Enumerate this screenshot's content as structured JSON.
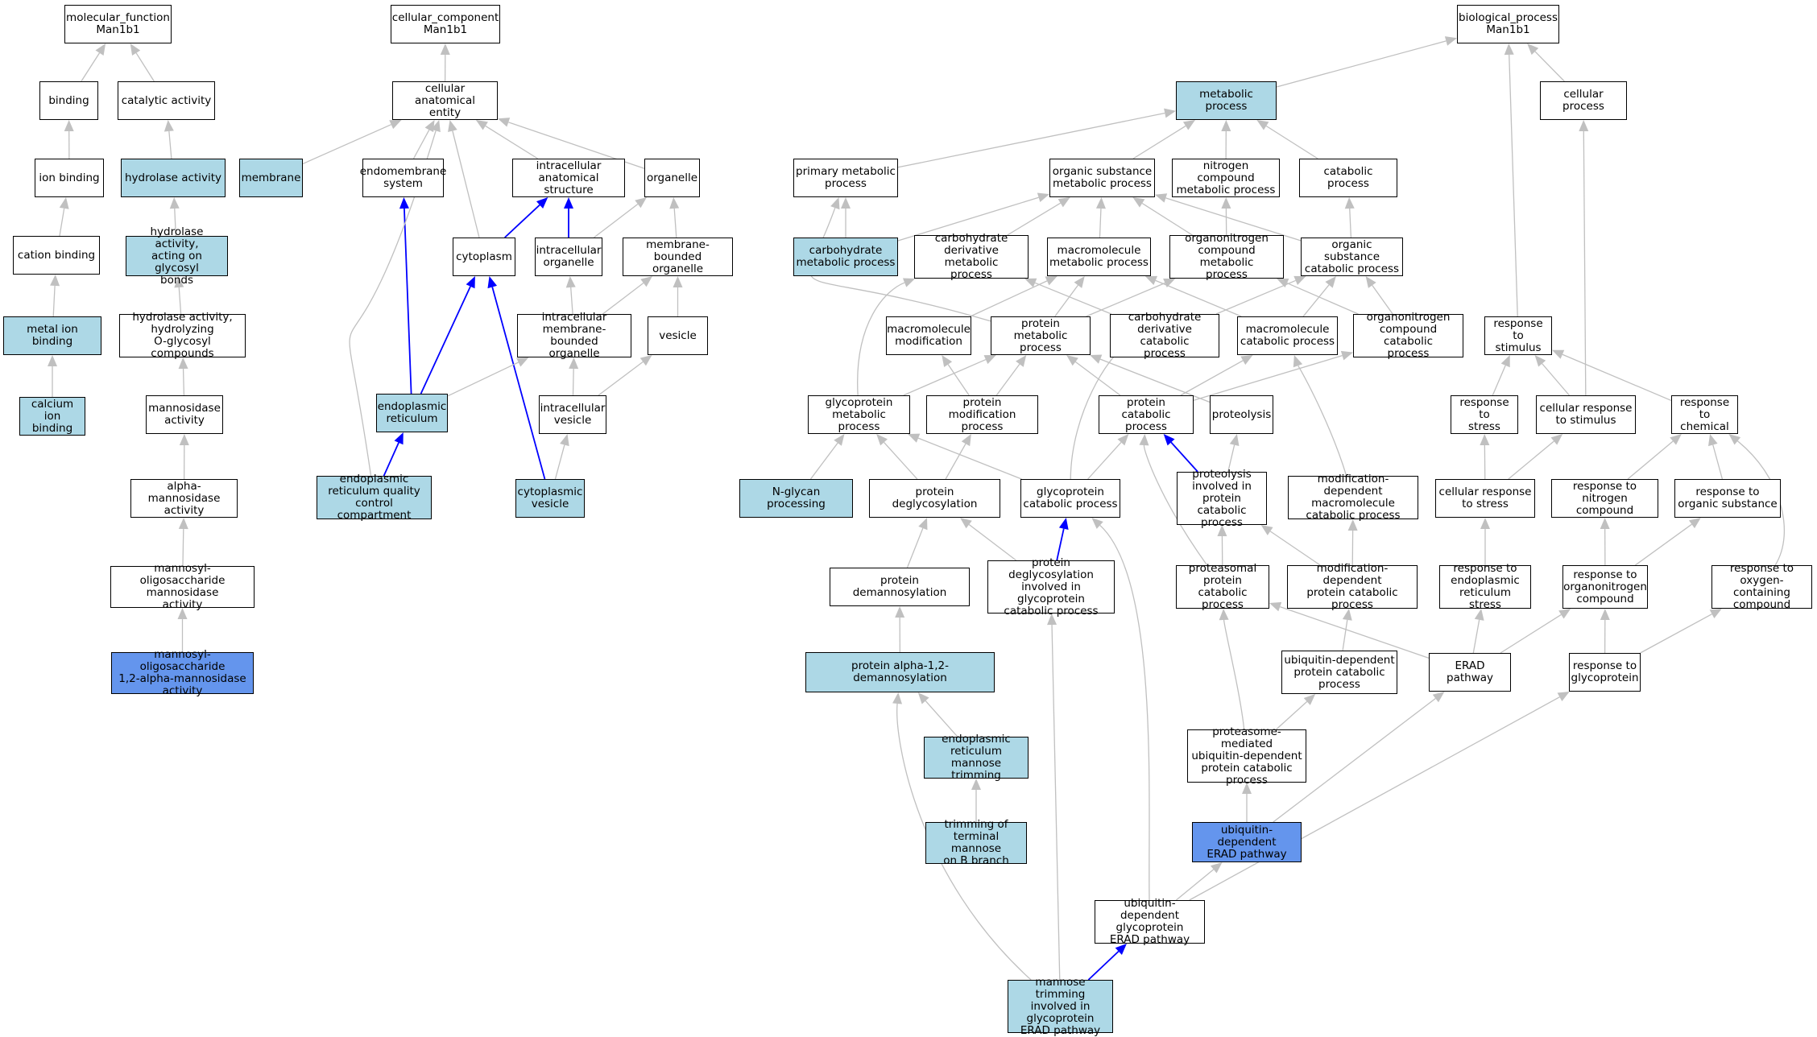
{
  "colors": {
    "node_default": "#ffffff",
    "node_light": "#add8e6",
    "node_dark": "#6495ed",
    "edge_grey": "#c0c0c0",
    "edge_blue": "#0000ff"
  },
  "nodes": {
    "mf_root": {
      "label": "molecular_function\nMan1b1",
      "fill": "white"
    },
    "binding": {
      "label": "binding",
      "fill": "white"
    },
    "catalytic": {
      "label": "catalytic activity",
      "fill": "white"
    },
    "ion_binding": {
      "label": "ion binding",
      "fill": "white"
    },
    "hydrolase": {
      "label": "hydrolase activity",
      "fill": "light"
    },
    "cation_binding": {
      "label": "cation binding",
      "fill": "white"
    },
    "hydrolase_glycosyl": {
      "label": "hydrolase activity,\nacting on glycosyl\nbonds",
      "fill": "light"
    },
    "metal_ion": {
      "label": "metal ion binding",
      "fill": "light"
    },
    "hydrolyzing_o": {
      "label": "hydrolase activity,\nhydrolyzing\nO-glycosyl compounds",
      "fill": "white"
    },
    "calcium_ion": {
      "label": "calcium ion\nbinding",
      "fill": "light"
    },
    "mannosidase": {
      "label": "mannosidase\nactivity",
      "fill": "white"
    },
    "alpha_mannosidase": {
      "label": "alpha-mannosidase\nactivity",
      "fill": "white"
    },
    "mannosyl_oligo": {
      "label": "mannosyl-oligosaccharide\nmannosidase\nactivity",
      "fill": "white"
    },
    "mannosyl_12": {
      "label": "mannosyl-oligosaccharide\n1,2-alpha-mannosidase\nactivity",
      "fill": "dark"
    },
    "cc_root": {
      "label": "cellular_component\nMan1b1",
      "fill": "white"
    },
    "cae": {
      "label": "cellular anatomical\nentity",
      "fill": "white"
    },
    "membrane": {
      "label": "membrane",
      "fill": "light"
    },
    "endomembrane": {
      "label": "endomembrane\nsystem",
      "fill": "white"
    },
    "ias": {
      "label": "intracellular\nanatomical structure",
      "fill": "white"
    },
    "organelle": {
      "label": "organelle",
      "fill": "white"
    },
    "cytoplasm": {
      "label": "cytoplasm",
      "fill": "white"
    },
    "intra_organelle": {
      "label": "intracellular\norganelle",
      "fill": "white"
    },
    "mb_organelle": {
      "label": "membrane-bounded\norganelle",
      "fill": "white"
    },
    "intra_mb_organelle": {
      "label": "intracellular\nmembrane-bounded\norganelle",
      "fill": "white"
    },
    "vesicle": {
      "label": "vesicle",
      "fill": "white"
    },
    "er": {
      "label": "endoplasmic\nreticulum",
      "fill": "light"
    },
    "intra_vesicle": {
      "label": "intracellular\nvesicle",
      "fill": "white"
    },
    "erqc": {
      "label": "endoplasmic\nreticulum quality\ncontrol compartment",
      "fill": "light"
    },
    "cyto_vesicle": {
      "label": "cytoplasmic\nvesicle",
      "fill": "light"
    },
    "bp_root": {
      "label": "biological_process\nMan1b1",
      "fill": "white"
    },
    "metabolic": {
      "label": "metabolic process",
      "fill": "light"
    },
    "cellular_process": {
      "label": "cellular process",
      "fill": "white"
    },
    "primary_met": {
      "label": "primary metabolic\nprocess",
      "fill": "white"
    },
    "organic_met": {
      "label": "organic substance\nmetabolic process",
      "fill": "white"
    },
    "nitrogen_met": {
      "label": "nitrogen compound\nmetabolic process",
      "fill": "white"
    },
    "catabolic": {
      "label": "catabolic process",
      "fill": "white"
    },
    "carb_met": {
      "label": "carbohydrate\nmetabolic process",
      "fill": "light"
    },
    "carb_deriv_met": {
      "label": "carbohydrate\nderivative metabolic\nprocess",
      "fill": "white"
    },
    "macro_met": {
      "label": "macromolecule\nmetabolic process",
      "fill": "white"
    },
    "orgN_met": {
      "label": "organonitrogen\ncompound metabolic\nprocess",
      "fill": "white"
    },
    "organic_cat": {
      "label": "organic substance\ncatabolic process",
      "fill": "white"
    },
    "macro_mod": {
      "label": "macromolecule\nmodification",
      "fill": "white"
    },
    "protein_met": {
      "label": "protein metabolic\nprocess",
      "fill": "white"
    },
    "carb_deriv_cat": {
      "label": "carbohydrate\nderivative catabolic\nprocess",
      "fill": "white"
    },
    "macro_cat": {
      "label": "macromolecule\ncatabolic process",
      "fill": "white"
    },
    "orgN_cat": {
      "label": "organonitrogen\ncompound catabolic\nprocess",
      "fill": "white"
    },
    "response_stimulus": {
      "label": "response to\nstimulus",
      "fill": "white"
    },
    "glyco_met": {
      "label": "glycoprotein\nmetabolic process",
      "fill": "white"
    },
    "protein_mod": {
      "label": "protein modification\nprocess",
      "fill": "white"
    },
    "protein_cat": {
      "label": "protein catabolic\nprocess",
      "fill": "white"
    },
    "proteolysis": {
      "label": "proteolysis",
      "fill": "white"
    },
    "response_stress": {
      "label": "response to\nstress",
      "fill": "white"
    },
    "cell_resp_stim": {
      "label": "cellular response\nto stimulus",
      "fill": "white"
    },
    "resp_chemical": {
      "label": "response to\nchemical",
      "fill": "white"
    },
    "nglycan": {
      "label": "N-glycan processing",
      "fill": "light"
    },
    "prot_deglyco": {
      "label": "protein deglycosylation",
      "fill": "white"
    },
    "glyco_cat": {
      "label": "glycoprotein\ncatabolic process",
      "fill": "white"
    },
    "proteolysis_pc": {
      "label": "proteolysis\ninvolved in\nprotein catabolic\nprocess",
      "fill": "white"
    },
    "mod_dep_macro_cat": {
      "label": "modification-dependent\nmacromolecule\ncatabolic process",
      "fill": "white"
    },
    "cell_resp_stress": {
      "label": "cellular response\nto stress",
      "fill": "white"
    },
    "resp_nitrogen": {
      "label": "response to\nnitrogen compound",
      "fill": "white"
    },
    "resp_organic": {
      "label": "response to\norganic substance",
      "fill": "white"
    },
    "prot_demannos": {
      "label": "protein demannosylation",
      "fill": "white"
    },
    "prot_deglyco_gcp": {
      "label": "protein deglycosylation\ninvolved in\nglycoprotein\ncatabolic process",
      "fill": "white"
    },
    "proteasomal_pc": {
      "label": "proteasomal\nprotein catabolic\nprocess",
      "fill": "white"
    },
    "mod_dep_pc": {
      "label": "modification-dependent\nprotein catabolic\nprocess",
      "fill": "white"
    },
    "resp_er_stress": {
      "label": "response to\nendoplasmic\nreticulum stress",
      "fill": "white"
    },
    "resp_orgN": {
      "label": "response to\norganonitrogen\ncompound",
      "fill": "white"
    },
    "resp_oxygen": {
      "label": "response to\noxygen-containing\ncompound",
      "fill": "white"
    },
    "prot_alpha12": {
      "label": "protein alpha-1,2-demannosylation",
      "fill": "light"
    },
    "ubi_dep_pc": {
      "label": "ubiquitin-dependent\nprotein catabolic\nprocess",
      "fill": "white"
    },
    "erad": {
      "label": "ERAD pathway",
      "fill": "white"
    },
    "resp_glycoprotein": {
      "label": "response to\nglycoprotein",
      "fill": "white"
    },
    "er_mannose_trim": {
      "label": "endoplasmic\nreticulum mannose\ntrimming",
      "fill": "light"
    },
    "proteasome_mediated": {
      "label": "proteasome-mediated\nubiquitin-dependent\nprotein catabolic\nprocess",
      "fill": "white"
    },
    "trim_terminal": {
      "label": "trimming of\nterminal mannose\non B branch",
      "fill": "light"
    },
    "ubi_erad": {
      "label": "ubiquitin-dependent\nERAD pathway",
      "fill": "dark"
    },
    "ubi_glyco_erad": {
      "label": "ubiquitin-dependent\nglycoprotein\nERAD pathway",
      "fill": "white"
    },
    "mannose_trim_erad": {
      "label": "mannose trimming\ninvolved in\nglycoprotein\nERAD pathway",
      "fill": "light"
    }
  },
  "edges": [
    {
      "from": "binding",
      "to": "mf_root",
      "color": "grey"
    },
    {
      "from": "catalytic",
      "to": "mf_root",
      "color": "grey"
    },
    {
      "from": "ion_binding",
      "to": "binding",
      "color": "grey"
    },
    {
      "from": "hydrolase",
      "to": "catalytic",
      "color": "grey"
    },
    {
      "from": "cation_binding",
      "to": "ion_binding",
      "color": "grey"
    },
    {
      "from": "hydrolase_glycosyl",
      "to": "hydrolase",
      "color": "grey"
    },
    {
      "from": "metal_ion",
      "to": "cation_binding",
      "color": "grey"
    },
    {
      "from": "hydrolyzing_o",
      "to": "hydrolase_glycosyl",
      "color": "grey"
    },
    {
      "from": "calcium_ion",
      "to": "metal_ion",
      "color": "grey"
    },
    {
      "from": "mannosidase",
      "to": "hydrolyzing_o",
      "color": "grey"
    },
    {
      "from": "alpha_mannosidase",
      "to": "mannosidase",
      "color": "grey"
    },
    {
      "from": "mannosyl_oligo",
      "to": "alpha_mannosidase",
      "color": "grey"
    },
    {
      "from": "mannosyl_12",
      "to": "mannosyl_oligo",
      "color": "grey"
    },
    {
      "from": "cae",
      "to": "cc_root",
      "color": "grey"
    },
    {
      "from": "membrane",
      "to": "cae",
      "color": "grey"
    },
    {
      "from": "endomembrane",
      "to": "cae",
      "color": "grey"
    },
    {
      "from": "ias",
      "to": "cae",
      "color": "grey"
    },
    {
      "from": "organelle",
      "to": "cae",
      "color": "grey"
    },
    {
      "from": "cytoplasm",
      "to": "cae",
      "color": "grey"
    },
    {
      "from": "erqc",
      "to": "cae",
      "color": "grey",
      "curve": [
        415,
        280,
        420,
        560
      ]
    },
    {
      "from": "cytoplasm",
      "to": "ias",
      "color": "blue"
    },
    {
      "from": "intra_organelle",
      "to": "ias",
      "color": "blue"
    },
    {
      "from": "intra_organelle",
      "to": "organelle",
      "color": "grey"
    },
    {
      "from": "mb_organelle",
      "to": "organelle",
      "color": "grey"
    },
    {
      "from": "intra_mb_organelle",
      "to": "intra_organelle",
      "color": "grey"
    },
    {
      "from": "intra_mb_organelle",
      "to": "mb_organelle",
      "color": "grey"
    },
    {
      "from": "vesicle",
      "to": "mb_organelle",
      "color": "grey"
    },
    {
      "from": "er",
      "to": "endomembrane",
      "color": "blue"
    },
    {
      "from": "er",
      "to": "cytoplasm",
      "color": "blue"
    },
    {
      "from": "er",
      "to": "intra_mb_organelle",
      "color": "grey"
    },
    {
      "from": "intra_vesicle",
      "to": "intra_mb_organelle",
      "color": "grey"
    },
    {
      "from": "intra_vesicle",
      "to": "vesicle",
      "color": "grey"
    },
    {
      "from": "erqc",
      "to": "er",
      "color": "blue"
    },
    {
      "from": "cyto_vesicle",
      "to": "cytoplasm",
      "color": "blue"
    },
    {
      "from": "cyto_vesicle",
      "to": "intra_vesicle",
      "color": "grey"
    },
    {
      "from": "metabolic",
      "to": "bp_root",
      "color": "grey"
    },
    {
      "from": "cellular_process",
      "to": "bp_root",
      "color": "grey"
    },
    {
      "from": "response_stimulus",
      "to": "bp_root",
      "color": "grey"
    },
    {
      "from": "primary_met",
      "to": "metabolic",
      "color": "grey"
    },
    {
      "from": "organic_met",
      "to": "metabolic",
      "color": "grey"
    },
    {
      "from": "nitrogen_met",
      "to": "metabolic",
      "color": "grey"
    },
    {
      "from": "catabolic",
      "to": "metabolic",
      "color": "grey"
    },
    {
      "from": "carb_met",
      "to": "primary_met",
      "color": "grey"
    },
    {
      "from": "carb_met",
      "to": "organic_met",
      "color": "grey"
    },
    {
      "from": "carb_deriv_met",
      "to": "organic_met",
      "color": "grey"
    },
    {
      "from": "macro_met",
      "to": "organic_met",
      "color": "grey"
    },
    {
      "from": "orgN_met",
      "to": "organic_met",
      "color": "grey"
    },
    {
      "from": "orgN_met",
      "to": "nitrogen_met",
      "color": "grey"
    },
    {
      "from": "organic_cat",
      "to": "organic_met",
      "color": "grey"
    },
    {
      "from": "organic_cat",
      "to": "catabolic",
      "color": "grey"
    },
    {
      "from": "protein_met",
      "to": "primary_met",
      "color": "grey",
      "curve": [
        960,
        320,
        990,
        390
      ]
    },
    {
      "from": "macro_mod",
      "to": "macro_met",
      "color": "grey"
    },
    {
      "from": "protein_met",
      "to": "macro_met",
      "color": "grey"
    },
    {
      "from": "protein_met",
      "to": "orgN_met",
      "color": "grey"
    },
    {
      "from": "carb_deriv_cat",
      "to": "carb_deriv_met",
      "color": "grey"
    },
    {
      "from": "carb_deriv_cat",
      "to": "organic_cat",
      "color": "grey"
    },
    {
      "from": "macro_cat",
      "to": "macro_met",
      "color": "grey"
    },
    {
      "from": "macro_cat",
      "to": "organic_cat",
      "color": "grey"
    },
    {
      "from": "orgN_cat",
      "to": "orgN_met",
      "color": "grey"
    },
    {
      "from": "orgN_cat",
      "to": "organic_cat",
      "color": "grey"
    },
    {
      "from": "glyco_met",
      "to": "carb_deriv_met",
      "color": "grey",
      "curve": [
        1060,
        400,
        1100,
        360
      ]
    },
    {
      "from": "glyco_met",
      "to": "protein_met",
      "color": "grey"
    },
    {
      "from": "protein_mod",
      "to": "macro_mod",
      "color": "grey"
    },
    {
      "from": "protein_mod",
      "to": "protein_met",
      "color": "grey"
    },
    {
      "from": "protein_cat",
      "to": "protein_met",
      "color": "grey"
    },
    {
      "from": "protein_cat",
      "to": "macro_cat",
      "color": "grey"
    },
    {
      "from": "protein_cat",
      "to": "orgN_cat",
      "color": "grey"
    },
    {
      "from": "proteolysis",
      "to": "protein_met",
      "color": "grey"
    },
    {
      "from": "nglycan",
      "to": "glyco_met",
      "color": "grey"
    },
    {
      "from": "prot_deglyco",
      "to": "glyco_met",
      "color": "grey"
    },
    {
      "from": "prot_deglyco",
      "to": "protein_mod",
      "color": "grey"
    },
    {
      "from": "glyco_cat",
      "to": "glyco_met",
      "color": "grey"
    },
    {
      "from": "glyco_cat",
      "to": "protein_cat",
      "color": "grey"
    },
    {
      "from": "glyco_cat",
      "to": "carb_deriv_cat",
      "color": "grey",
      "curve": [
        1330,
        510,
        1380,
        440
      ]
    },
    {
      "from": "proteolysis_pc",
      "to": "protein_cat",
      "color": "blue"
    },
    {
      "from": "proteolysis_pc",
      "to": "proteolysis",
      "color": "grey"
    },
    {
      "from": "mod_dep_macro_cat",
      "to": "macro_cat",
      "color": "grey",
      "curve": [
        1650,
        520,
        1610,
        450
      ]
    },
    {
      "from": "prot_demannos",
      "to": "prot_deglyco",
      "color": "grey"
    },
    {
      "from": "prot_deglyco_gcp",
      "to": "prot_deglyco",
      "color": "grey"
    },
    {
      "from": "prot_deglyco_gcp",
      "to": "glyco_cat",
      "color": "blue"
    },
    {
      "from": "proteasomal_pc",
      "to": "protein_cat",
      "color": "grey",
      "curve": [
        1440,
        620,
        1420,
        560
      ]
    },
    {
      "from": "proteasomal_pc",
      "to": "proteolysis_pc",
      "color": "grey"
    },
    {
      "from": "mod_dep_pc",
      "to": "proteolysis_pc",
      "color": "grey"
    },
    {
      "from": "mod_dep_pc",
      "to": "mod_dep_macro_cat",
      "color": "grey"
    },
    {
      "from": "prot_alpha12",
      "to": "prot_demannos",
      "color": "grey"
    },
    {
      "from": "ubi_dep_pc",
      "to": "mod_dep_pc",
      "color": "grey"
    },
    {
      "from": "er_mannose_trim",
      "to": "prot_alpha12",
      "color": "grey"
    },
    {
      "from": "proteasome_mediated",
      "to": "proteasomal_pc",
      "color": "grey",
      "curve": [
        1540,
        860,
        1520,
        780
      ]
    },
    {
      "from": "proteasome_mediated",
      "to": "ubi_dep_pc",
      "color": "grey"
    },
    {
      "from": "trim_terminal",
      "to": "er_mannose_trim",
      "color": "grey"
    },
    {
      "from": "ubi_erad",
      "to": "proteasome_mediated",
      "color": "grey"
    },
    {
      "from": "ubi_erad",
      "to": "erad",
      "color": "grey"
    },
    {
      "from": "ubi_glyco_erad",
      "to": "ubi_erad",
      "color": "grey"
    },
    {
      "from": "ubi_glyco_erad",
      "to": "glyco_cat",
      "color": "grey",
      "curve": [
        1425,
        1000,
        1440,
        720
      ]
    },
    {
      "from": "ubi_glyco_erad",
      "to": "resp_glycoprotein",
      "color": "grey"
    },
    {
      "from": "mannose_trim_erad",
      "to": "ubi_glyco_erad",
      "color": "blue"
    },
    {
      "from": "mannose_trim_erad",
      "to": "prot_alpha12",
      "color": "grey",
      "curve": [
        1140,
        1090,
        1110,
        920
      ]
    },
    {
      "from": "mannose_trim_erad",
      "to": "prot_deglyco_gcp",
      "color": "grey"
    },
    {
      "from": "erad",
      "to": "proteasomal_pc",
      "color": "grey"
    },
    {
      "from": "erad",
      "to": "resp_er_stress",
      "color": "grey"
    },
    {
      "from": "erad",
      "to": "resp_orgN",
      "color": "grey"
    },
    {
      "from": "response_stress",
      "to": "response_stimulus",
      "color": "grey"
    },
    {
      "from": "cell_resp_stim",
      "to": "response_stimulus",
      "color": "grey"
    },
    {
      "from": "cell_resp_stim",
      "to": "cellular_process",
      "color": "grey"
    },
    {
      "from": "resp_chemical",
      "to": "response_stimulus",
      "color": "grey"
    },
    {
      "from": "cell_resp_stress",
      "to": "response_stress",
      "color": "grey"
    },
    {
      "from": "cell_resp_stress",
      "to": "cell_resp_stim",
      "color": "grey"
    },
    {
      "from": "resp_nitrogen",
      "to": "resp_chemical",
      "color": "grey"
    },
    {
      "from": "resp_organic",
      "to": "resp_chemical",
      "color": "grey"
    },
    {
      "from": "resp_er_stress",
      "to": "cell_resp_stress",
      "color": "grey"
    },
    {
      "from": "resp_orgN",
      "to": "resp_nitrogen",
      "color": "grey"
    },
    {
      "from": "resp_orgN",
      "to": "resp_organic",
      "color": "grey"
    },
    {
      "from": "resp_oxygen",
      "to": "resp_chemical",
      "color": "grey",
      "curve": [
        2230,
        660,
        2210,
        590
      ]
    },
    {
      "from": "resp_glycoprotein",
      "to": "resp_orgN",
      "color": "grey"
    },
    {
      "from": "resp_glycoprotein",
      "to": "resp_oxygen",
      "color": "grey"
    }
  ]
}
